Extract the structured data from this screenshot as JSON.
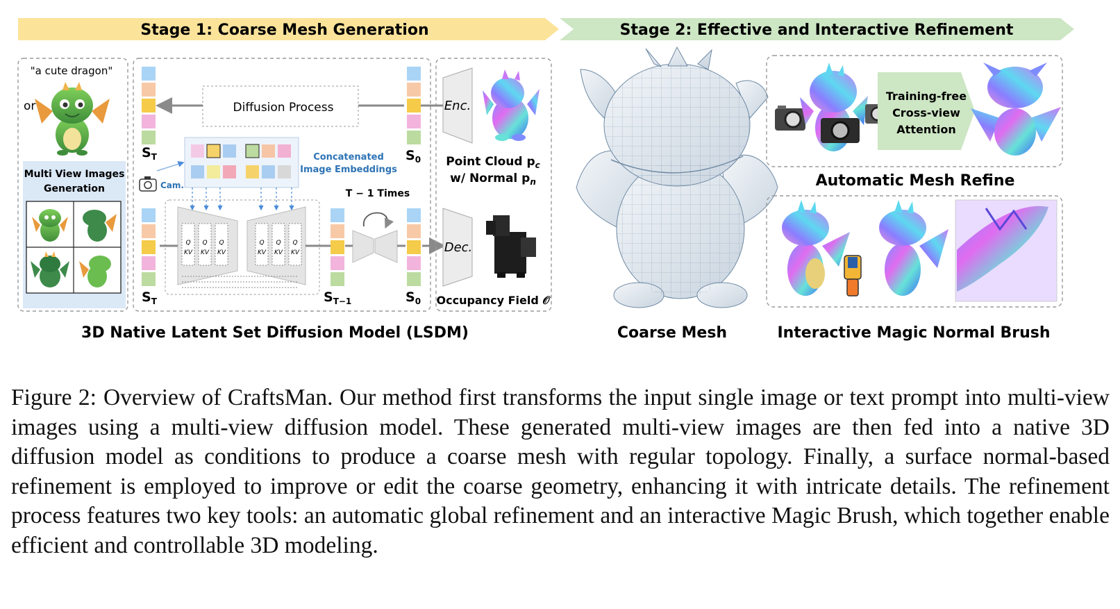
{
  "stage1": {
    "title": "Stage 1: Coarse Mesh Generation",
    "color": "#fbe39a"
  },
  "stage2": {
    "title": "Stage 2: Effective and Interactive Refinement",
    "color": "#cde6c4"
  },
  "input": {
    "prompt": "\"a cute dragon\"",
    "or": "or",
    "mv_title_line1": "Multi View Images",
    "mv_title_line2": "Generation"
  },
  "lsdm": {
    "diffusion_process": "Diffusion Process",
    "concat_line1": "Concatenated",
    "concat_line2": "Image Embeddings",
    "cam": "Cam.",
    "times": "T − 1 Times",
    "s_t_top": "S",
    "s_t_sub": "T",
    "s_0_top": "S",
    "s_0_sub": "0",
    "s_t_bottom": "S",
    "s_t_bottom_sub": "T",
    "s_t1": "S",
    "s_t1_sub": "T−1",
    "s_0_bottom": "S",
    "s_0_bottom_sub": "0",
    "q": "Q",
    "kv": "KV",
    "caption": "3D Native Latent Set Diffusion Model (LSDM)"
  },
  "encdec": {
    "enc": "Enc.",
    "dec": "Dec.",
    "pc_line1": "Point Cloud p",
    "pc_line1_sub": "c",
    "pc_line2": "w/ Normal p",
    "pc_line2_sub": "n",
    "occ": "Occupancy Field 𝒪"
  },
  "refine": {
    "coarse_mesh": "Coarse Mesh",
    "tf_line1": "Training-free",
    "tf_line2": "Cross-view",
    "tf_line3": "Attention",
    "auto_label": "Automatic Mesh Refine",
    "brush_label": "Interactive Magic Normal Brush"
  },
  "caption": {
    "figure": "Figure 2:",
    "text": "Overview of CraftsMan. Our method first transforms the input single image or text prompt into multi-view images using a multi-view diffusion model. These generated multi-view images are then fed into a native 3D diffusion model as conditions to produce a coarse mesh with regular topology. Finally, a surface normal-based refinement is employed to improve or edit the coarse geometry, enhancing it with intricate details. The refinement process features two key tools: an automatic global refinement and an interactive Magic Brush, which together enable efficient and controllable 3D modeling."
  },
  "colors": {
    "latent": [
      "#a9d4f5",
      "#f8c9a6",
      "#f5cb4a",
      "#f2b4dc",
      "#bcdba0"
    ],
    "emb_row1": [
      "#f4c9e6",
      "#f6d36a",
      "#a9cdf1",
      "#bcdba0",
      "#f6c5a5",
      "#f2b0d2"
    ],
    "emb_row2": [
      "#a9cdf1",
      "#f2ec9c",
      "#f3a8b8",
      "#f6d36a",
      "#a9cdf1",
      "#d8d8d8"
    ],
    "blue_text": "#2e74b5"
  }
}
